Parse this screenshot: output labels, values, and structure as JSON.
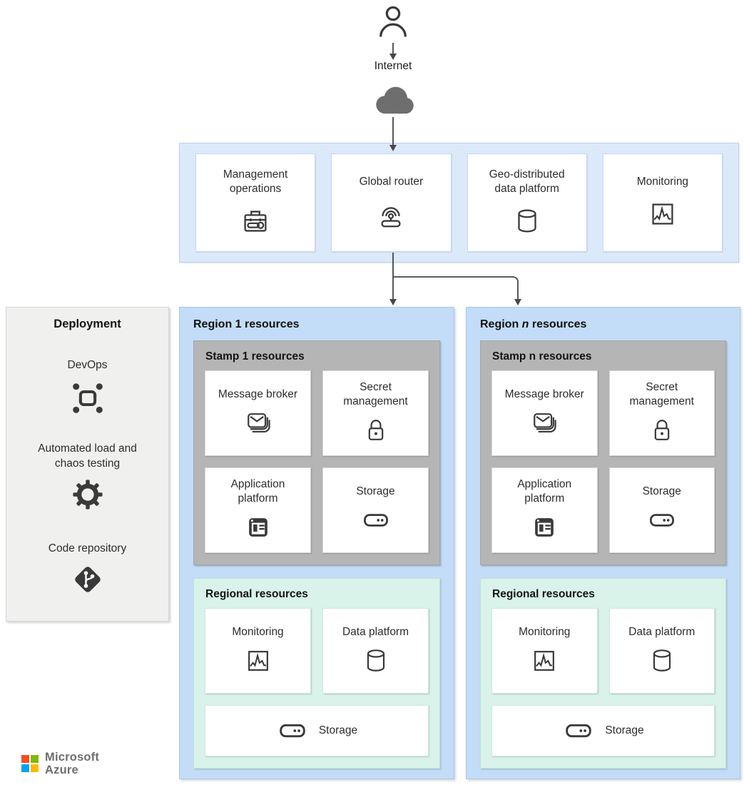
{
  "top": {
    "internet_label": "Internet"
  },
  "global": {
    "cards": [
      {
        "label": "Management operations",
        "icon": "toolbox-icon"
      },
      {
        "label": "Global router",
        "icon": "router-icon"
      },
      {
        "label": "Geo-distributed data platform",
        "icon": "database-icon"
      },
      {
        "label": "Monitoring",
        "icon": "monitor-chart-icon"
      }
    ]
  },
  "deployment": {
    "title": "Deployment",
    "items": [
      {
        "label": "DevOps",
        "icon": "devops-icon"
      },
      {
        "label": "Automated load and chaos testing",
        "icon": "gear-icon"
      },
      {
        "label": "Code repository",
        "icon": "git-icon"
      }
    ]
  },
  "regions": [
    {
      "title_pre": "Region 1 resources",
      "title_em": "",
      "title_post": "",
      "stamp": {
        "title": "Stamp 1 resources",
        "cards": [
          {
            "label": "Message broker",
            "icon": "envelope-stack-icon"
          },
          {
            "label": "Secret management",
            "icon": "padlock-icon"
          },
          {
            "label": "Application platform",
            "icon": "app-window-icon"
          },
          {
            "label": "Storage",
            "icon": "storage-disk-icon"
          }
        ]
      },
      "regional": {
        "title": "Regional resources",
        "cards": [
          {
            "label": "Monitoring",
            "icon": "monitor-chart-icon"
          },
          {
            "label": "Data platform",
            "icon": "database-icon"
          }
        ],
        "storage_label": "Storage"
      }
    },
    {
      "title_pre": "Region ",
      "title_em": "n",
      "title_post": " resources",
      "stamp": {
        "title": "Stamp n resources",
        "cards": [
          {
            "label": "Message broker",
            "icon": "envelope-stack-icon"
          },
          {
            "label": "Secret management",
            "icon": "padlock-icon"
          },
          {
            "label": "Application platform",
            "icon": "app-window-icon"
          },
          {
            "label": "Storage",
            "icon": "storage-disk-icon"
          }
        ]
      },
      "regional": {
        "title": "Regional resources",
        "cards": [
          {
            "label": "Monitoring",
            "icon": "monitor-chart-icon"
          },
          {
            "label": "Data platform",
            "icon": "database-icon"
          }
        ],
        "storage_label": "Storage"
      }
    }
  ],
  "footer": {
    "brand_line1": "Microsoft",
    "brand_line2": "Azure",
    "logo_colors": {
      "red": "#f25022",
      "green": "#7fba00",
      "blue": "#00a4ef",
      "yellow": "#ffb900"
    }
  },
  "colors": {
    "global_band_bg": "#dbe9f9",
    "region_bg": "#c3dcf8",
    "stamp_bg": "#b5b5b5",
    "regional_bg": "#d9f2ea",
    "deployment_bg": "#f0f0ef",
    "connector": "#474747"
  }
}
